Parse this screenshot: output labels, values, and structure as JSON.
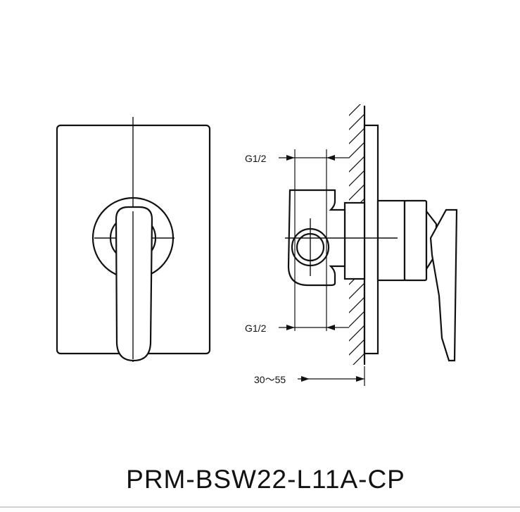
{
  "diagram": {
    "dimension_labels": {
      "inlet_top": "G1/2",
      "inlet_bottom": "G1/2",
      "wall_depth": "30～55"
    },
    "model_number": "PRM-BSW22-L11A-CP",
    "colors": {
      "line": "#111111",
      "background": "#ffffff",
      "rule": "#cfcfcf"
    }
  }
}
